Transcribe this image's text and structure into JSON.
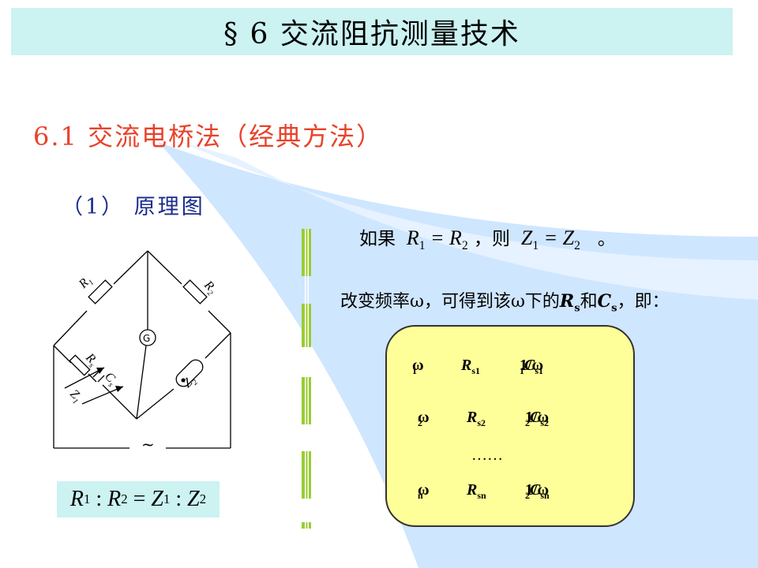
{
  "title": "§ 6 交流阻抗测量技术",
  "section": "6.1 交流电桥法（经典方法）",
  "subsection": "（1） 原理图",
  "condition_prefix": "如果",
  "condition_mid": "，则",
  "condition_end": "。",
  "change_text": "改变频率ω，可得到该ω下的",
  "change_and": "和",
  "change_end": "，即：",
  "rows": [
    {
      "w": "ω",
      "w_sub": "1",
      "r": "R",
      "r_sub": "s1",
      "c_pre": "1/ω",
      "c_pre_sub": "1",
      "c": "C",
      "c_sub": "s1"
    },
    {
      "w": "ω",
      "w_sub": "2",
      "r": "R",
      "r_sub": "s2",
      "c_pre": "1/ω",
      "c_pre_sub": "2",
      "c": "C",
      "c_sub": "s2"
    },
    {
      "w": "ω",
      "w_sub": "n",
      "r": "R",
      "r_sub": "sn",
      "c_pre": "1/ω",
      "c_pre_sub": "2",
      "c": "C",
      "c_sub": "sn"
    }
  ],
  "ellipsis": "……",
  "circuit": {
    "r1": "R",
    "r1_sub": "1",
    "r2": "R",
    "r2_sub": "2",
    "rs": "R",
    "rs_sub": "s",
    "cs": "C",
    "cs_sub": "s",
    "z1": "Z",
    "z1_sub": "1",
    "z2": "Z",
    "z2_sub": "2",
    "g": "G",
    "source": "~"
  },
  "ratio_eq": {
    "r1": "R",
    "r1_sub": "1",
    "r2": "R",
    "r2_sub": "2",
    "z1": "Z",
    "z1_sub": "1",
    "z2": "Z",
    "z2_sub": "2"
  },
  "colors": {
    "title_bg": "#ccf2f2",
    "section": "#e8422a",
    "subsection": "#1a2b8c",
    "data_box": "#ffff99",
    "dash": "#99cc33",
    "sweep": "#cce6ff"
  }
}
